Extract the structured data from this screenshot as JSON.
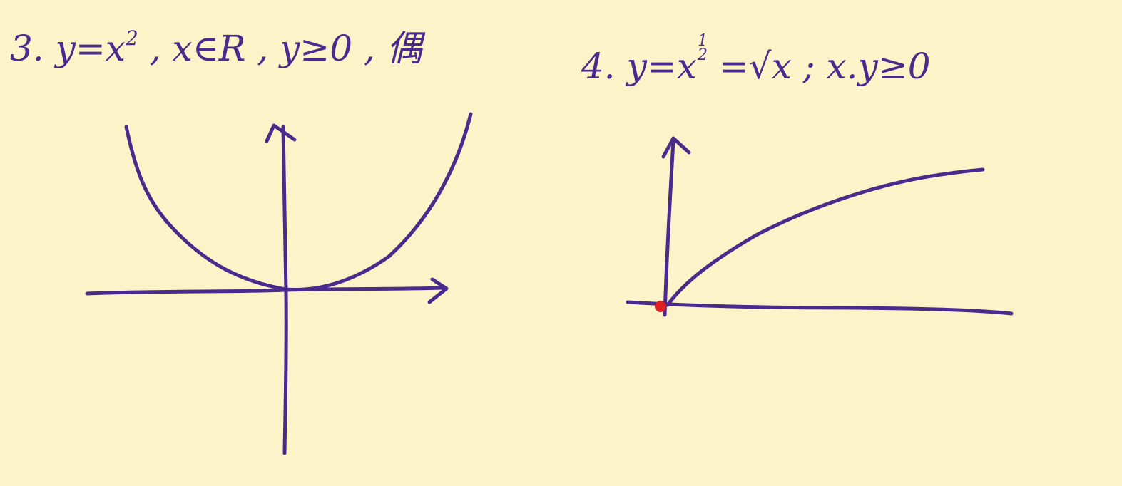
{
  "item3": {
    "number": "3.",
    "formula_base": "y=x",
    "formula_exp": "2",
    "domain": ", x∈R",
    "range": ", y≥0",
    "parity": ", 偶"
  },
  "item4": {
    "number": "4.",
    "formula_base": "y=x",
    "exp_num": "1",
    "exp_den": "2",
    "equals_root": "=√x",
    "condition": "; x.y≥0"
  },
  "colors": {
    "paper": "#fcf3c8",
    "ink": "#4a2a8c",
    "highlight_dot": "#e02020"
  }
}
